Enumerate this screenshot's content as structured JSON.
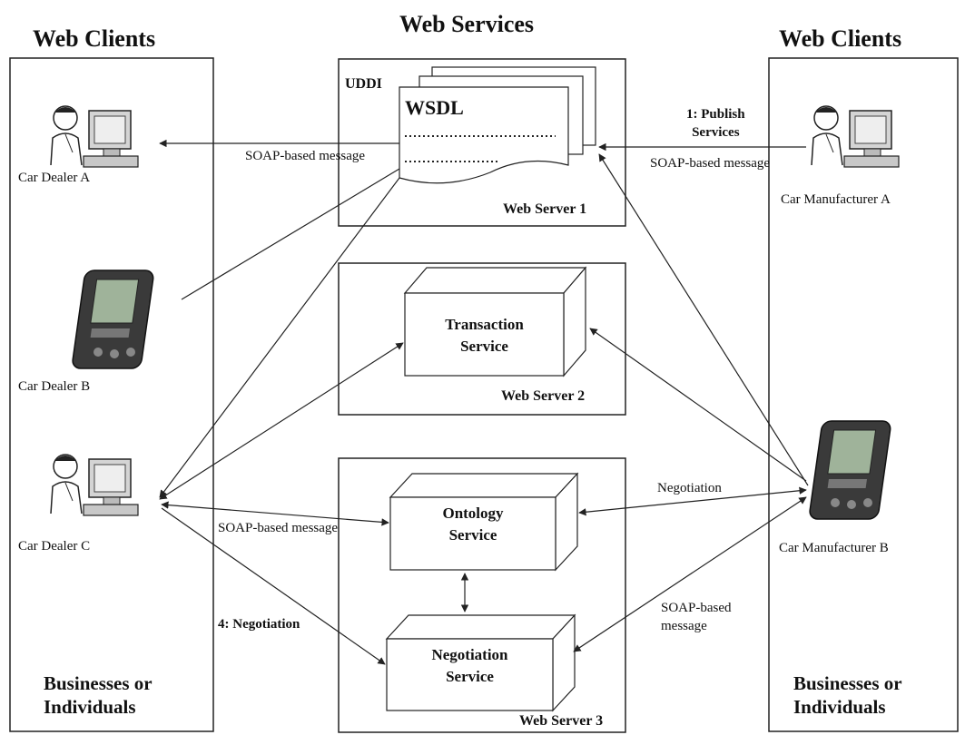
{
  "headers": {
    "left": "Web Clients",
    "center": "Web Services",
    "right": "Web Clients"
  },
  "footers": {
    "left": [
      "Businesses or",
      "Individuals"
    ],
    "right": [
      "Businesses or",
      "Individuals"
    ]
  },
  "servers": {
    "ws1": {
      "name": "Web Server 1",
      "uddi": "UDDI",
      "wsdl": "WSDL"
    },
    "ws2": {
      "name": "Web Server 2"
    },
    "ws3": {
      "name": "Web Server 3"
    }
  },
  "services": {
    "transaction": [
      "Transaction",
      "Service"
    ],
    "ontology": [
      "Ontology",
      "Service"
    ],
    "negotiation": [
      "Negotiation",
      "Service"
    ]
  },
  "clients": {
    "dealer_a": "Car Dealer A",
    "dealer_b": "Car Dealer  B",
    "dealer_c": "Car Dealer C",
    "manufacturer_a": "Car Manufacturer A",
    "manufacturer_b": "Car Manufacturer B"
  },
  "labels": {
    "soap_left_top": "SOAP-based message",
    "publish": [
      "1: Publish",
      "Services"
    ],
    "soap_right_top": "SOAP-based message",
    "soap_mid": "SOAP-based message",
    "negotiation_step": "4: Negotiation",
    "negotiation_right": "Negotiation",
    "soap_right_bottom": [
      "SOAP-based",
      "message"
    ]
  },
  "colors": {
    "line": "#222222",
    "arrow_line": "#7a5a50",
    "pda_body": "#3a3a3a",
    "pda_screen": "#9fb39a",
    "monitor": "#cfcfcf"
  }
}
